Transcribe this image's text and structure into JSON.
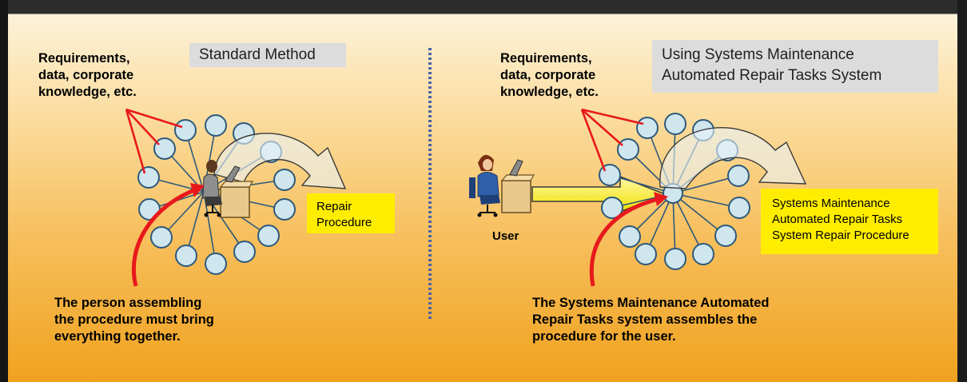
{
  "left": {
    "title": "Standard Method",
    "inputs_label": "Requirements,\ndata, corporate\nknowledge, etc.",
    "output_label": "Repair\nProcedure",
    "caption": "The person assembling\nthe procedure must bring\neverything together."
  },
  "right": {
    "title_prefix": "Using ",
    "title_bold": "Systems Maintenan",
    "title_suffix": "ce",
    "title_line2": "Automated Repair Tasks System",
    "inputs_label": "Requirements,\ndata, corporate\nknowledge, etc.",
    "user_label": "User",
    "output_label": "Systems Maintenance\nAutomated Repair Tasks\nSystem Repair Procedure",
    "caption_part1": "The ",
    "caption_bold": "Systems Maintenance Automated\nRepair Tasks",
    "caption_part2": " system assembles the\nprocedure for the user."
  },
  "colors": {
    "node_fill": "#cfe6ee",
    "node_stroke": "#2d5a7c",
    "pointer_red": "#e8191c",
    "output_box": "#ffed00",
    "divider": "#4b63a8"
  }
}
